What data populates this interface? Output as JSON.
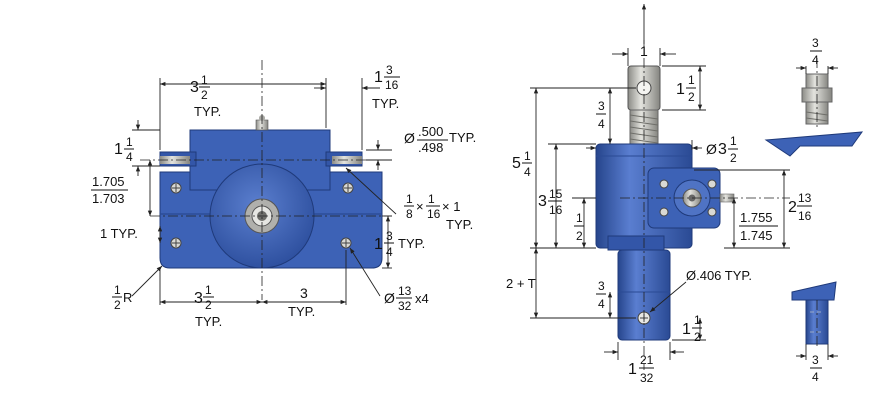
{
  "colors": {
    "body_blue": "#3d62b6",
    "body_dark": "#2a4a94",
    "body_light": "#6f8fd6",
    "steel": "#b9b9b4",
    "steel_dark": "#7d7d78",
    "ink": "#111111"
  },
  "front_view": {
    "top_width": {
      "whole": "3",
      "num": "1",
      "den": "2",
      "note": "TYP."
    },
    "flange_depth": {
      "whole": "1",
      "num": "3",
      "den": "16",
      "note": "TYP."
    },
    "bore": {
      "prefix": "Ø",
      "upper": ".500",
      "lower": ".498",
      "note": "TYP."
    },
    "flange_height": {
      "whole": "1",
      "num": "1",
      "den": "4"
    },
    "center_height": {
      "upper": "1.705",
      "lower": "1.703"
    },
    "keyway": {
      "n1": "1",
      "d1": "8",
      "n2": "1",
      "d2": "16",
      "tail": "× 1",
      "note": "TYP."
    },
    "hole_offset": "1 TYP.",
    "base_height": {
      "whole": "1",
      "num": "3",
      "den": "4",
      "note": "TYP."
    },
    "radius": {
      "num": "1",
      "den": "2",
      "suffix": "R"
    },
    "left_span": {
      "whole": "3",
      "num": "1",
      "den": "2",
      "note": "TYP."
    },
    "right_span": {
      "whole": "3",
      "note": "TYP."
    },
    "mount_holes": {
      "prefix": "Ø",
      "num": "13",
      "den": "32",
      "suffix": "x4"
    }
  },
  "side_view": {
    "clevis_width": "1",
    "clevis_height": {
      "whole": "1",
      "num": "1",
      "den": "2"
    },
    "clevis_offset": {
      "num": "3",
      "den": "4"
    },
    "body_diameter": {
      "prefix": "Ø",
      "whole": "3",
      "num": "1",
      "den": "2"
    },
    "overall_height": {
      "whole": "5",
      "num": "1",
      "den": "4"
    },
    "upper_height": {
      "whole": "3",
      "num": "15",
      "den": "16"
    },
    "lower_offset": {
      "num": "1",
      "den": "2"
    },
    "shaft_height": {
      "whole": "2",
      "num": "13",
      "den": "16"
    },
    "shaft_center": {
      "upper": "1.755",
      "lower": "1.745"
    },
    "travel": "2 + T",
    "pin_hole": "Ø.406 TYP.",
    "tube_offset": {
      "num": "3",
      "den": "4"
    },
    "tube_end": {
      "whole": "1",
      "num": "1",
      "den": "2"
    },
    "tube_diameter": {
      "whole": "1",
      "num": "21",
      "den": "32"
    }
  },
  "detail_top": {
    "num": "3",
    "den": "4"
  },
  "detail_bottom": {
    "num": "3",
    "den": "4"
  }
}
